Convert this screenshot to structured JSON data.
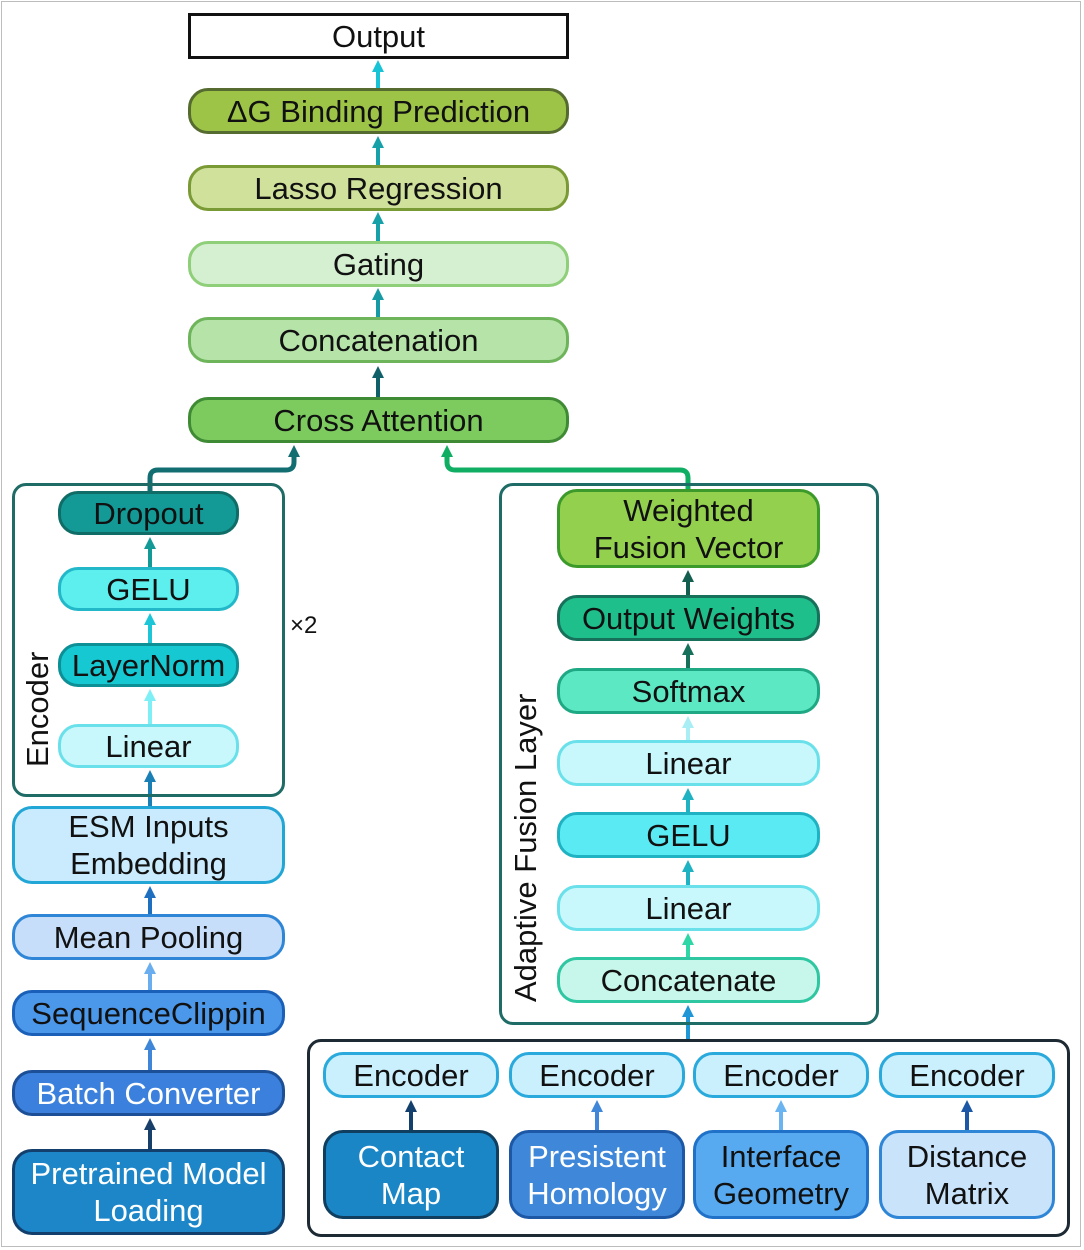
{
  "top_stack": {
    "output": "Output",
    "dg_binding": "ΔG Binding Prediction",
    "lasso": "Lasso Regression",
    "gating": "Gating",
    "concatenation": "Concatenation",
    "cross_attention": "Cross Attention"
  },
  "encoder_group": {
    "label": "Encoder",
    "repeat": "×2",
    "dropout": "Dropout",
    "gelu": "GELU",
    "layernorm": "LayerNorm",
    "linear": "Linear"
  },
  "sequence_branch": {
    "esm_inputs": "ESM Inputs Embedding",
    "mean_pooling": "Mean Pooling",
    "sequence_clipping": "SequenceClippin",
    "batch_converter": "Batch Converter",
    "pretrained": "Pretrained Model Loading"
  },
  "fusion_group": {
    "label": "Adaptive Fusion Layer",
    "weighted": "Weighted Fusion Vector",
    "output_weights": "Output Weights",
    "softmax": "Softmax",
    "linear_top": "Linear",
    "gelu": "GELU",
    "linear_bottom": "Linear",
    "concatenate": "Concatenate"
  },
  "structure_inputs": {
    "encoder_labels": [
      "Encoder",
      "Encoder",
      "Encoder",
      "Encoder"
    ],
    "features": [
      "Contact Map",
      "Presistent Homology",
      "Interface Geometry",
      "Distance Matrix"
    ]
  },
  "colors": {
    "output_fill": "#ffffff",
    "dg_fill": "#9dc447",
    "lasso_fill": "#cfe19a",
    "gating_fill": "#d5f0d0",
    "concatenation_fill": "#b5e3a8",
    "cross_attention_fill": "#7dcb5f",
    "dropout_fill": "#139a96",
    "encoder_gelu_fill": "#5cefee",
    "layernorm_fill": "#15c8d1",
    "encoder_linear_fill": "#c8f8fc",
    "esm_fill": "#c9ebfd",
    "mean_pooling_fill": "#c7defa",
    "sequence_clipping_fill": "#4b97ea",
    "batch_converter_fill": "#3b80dc",
    "pretrained_fill": "#1c86c8",
    "weighted_fill": "#93d04e",
    "output_weights_fill": "#1fbf8c",
    "softmax_fill": "#5ce8c3",
    "fusion_linear_fill": "#c8f8fc",
    "fusion_gelu_fill": "#5aeaf3",
    "concatenate_fill": "#c7f7ea",
    "struct_encoder_fill": "#cbf0fd",
    "contact_map_fill": "#1a86c6",
    "homology_fill": "#3f87d9",
    "interface_fill": "#58aaf0",
    "distance_fill": "#c9e3fb"
  }
}
